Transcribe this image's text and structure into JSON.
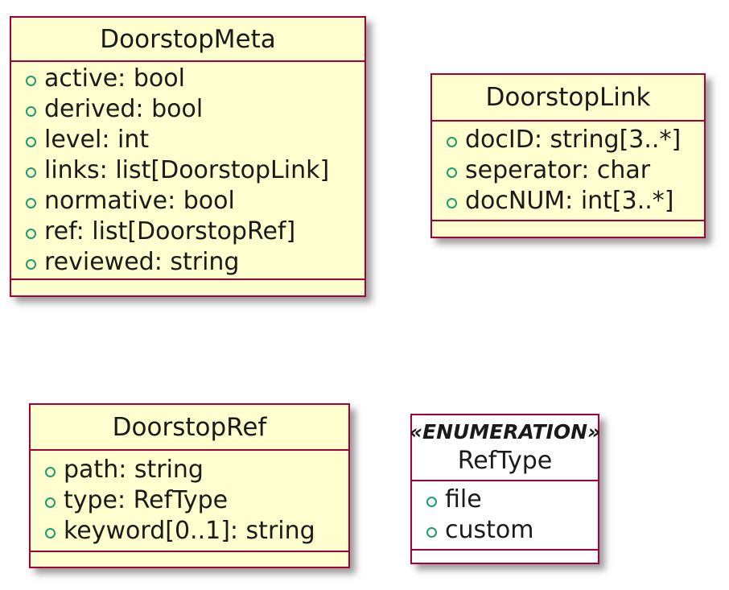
{
  "diagram": {
    "type": "uml-class-diagram",
    "colors": {
      "class_fill": "#FEFECE",
      "enum_fill": "#FFFFFF",
      "border_color": "#A80036",
      "field_icon": "#1E9D6E",
      "text_color": "#1A1A1A",
      "page_bg": "#FFFFFF"
    },
    "classes": [
      {
        "name": "DoorstopMeta",
        "attributes": [
          "active: bool",
          "derived: bool",
          "level: int",
          "links: list[DoorstopLink]",
          "normative: bool",
          "ref: list[DoorstopRef]",
          "reviewed: string"
        ]
      },
      {
        "name": "DoorstopLink",
        "attributes": [
          "docID: string[3..*]",
          "seperator: char",
          "docNUM: int[3..*]"
        ]
      },
      {
        "name": "DoorstopRef",
        "attributes": [
          "path: string",
          "type: RefType",
          "keyword[0..1]: string"
        ]
      },
      {
        "name": "RefType",
        "stereotype": "«ENUMERATION»",
        "attributes": [
          "file",
          "custom"
        ]
      }
    ]
  }
}
